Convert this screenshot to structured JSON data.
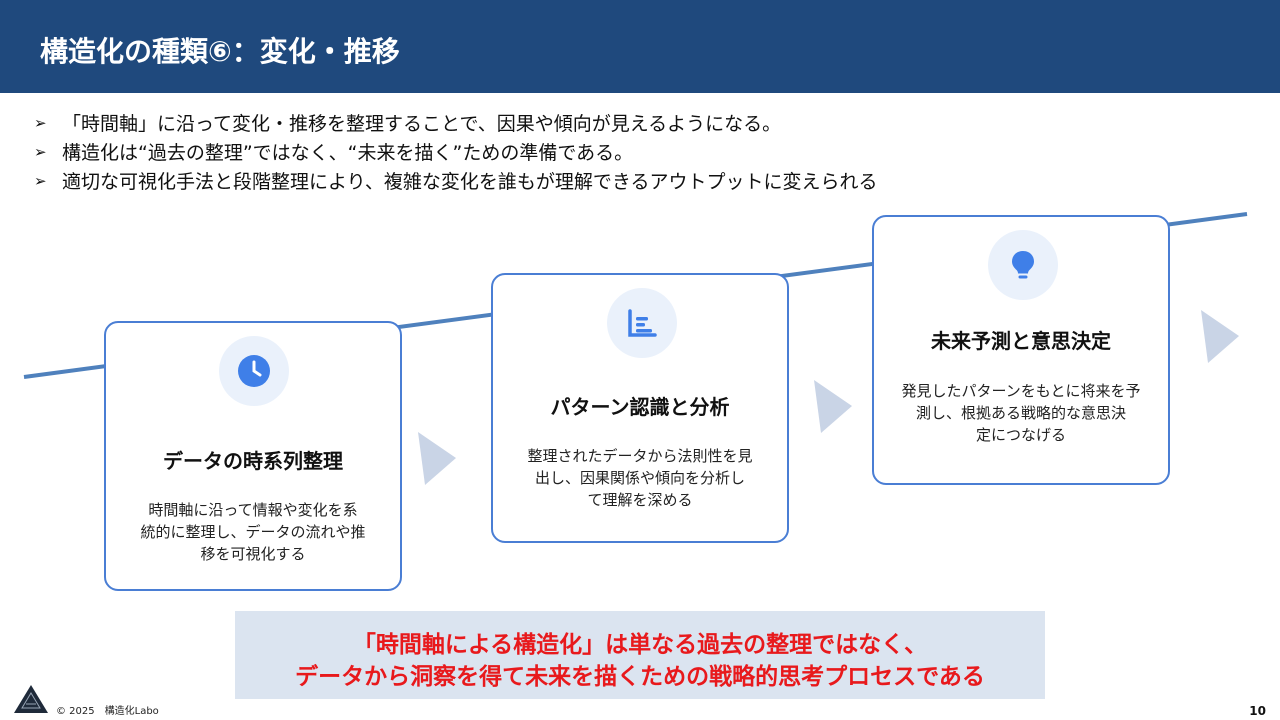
{
  "header": {
    "title": "構造化の種類⑥：変化・推移"
  },
  "bullets": [
    "「時間軸」に沿って変化・推移を整理することで、因果や傾向が見えるようになる。",
    "構造化は“過去の整理”ではなく、“未来を描く”ための準備である。",
    "適切な可視化手法と段階整理により、複雑な変化を誰もが理解できるアウトプットに変えられる"
  ],
  "bullet_marker": "➢",
  "steps": [
    {
      "icon": "clock-icon",
      "title": "データの時系列整理",
      "desc": [
        "時間軸に沿って情報や変化を系",
        "統的に整理し、データの流れや推",
        "移を可視化する"
      ]
    },
    {
      "icon": "bar-chart-icon",
      "title": "パターン認識と分析",
      "desc": [
        "整理されたデータから法則性を見",
        "出し、因果関係や傾向を分析し",
        "て理解を深める"
      ]
    },
    {
      "icon": "lightbulb-icon",
      "title": "未来予測と意思決定",
      "desc": [
        "発見したパターンをもとに将来を予",
        "測し、根拠ある戦略的な意思決",
        "定につなげる"
      ]
    }
  ],
  "summary": {
    "line1": "「時間軸による構造化」は単なる過去の整理ではなく、",
    "line2": "データから洞察を得て未来を描くための戦略的思考プロセスである"
  },
  "footer": {
    "copyright": "© 2025　構造化Labo",
    "page": "10"
  },
  "colors": {
    "header_bg": "#1f497d",
    "accent": "#4a7ed4",
    "icon": "#3f7fe8",
    "summary_bg": "#dbe4f0",
    "summary_text": "#e8191c",
    "arrow": "#c9d4e6"
  }
}
